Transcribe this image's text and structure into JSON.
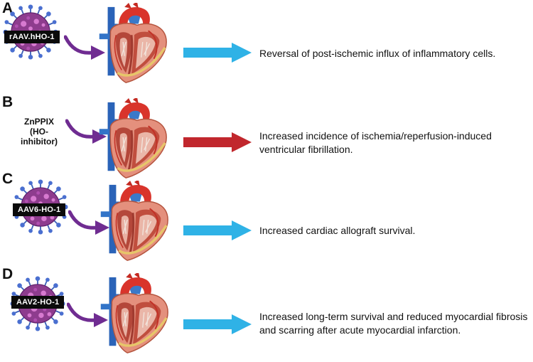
{
  "colors": {
    "protective_arrow": "#2fb2e6",
    "harmful_arrow": "#c1272d",
    "curved_arrow": "#6f2c91",
    "virus_shell": "#8e3c8e",
    "virus_spike": "#3a5fb8",
    "label_bg": "#0b0b0b"
  },
  "panels": [
    {
      "letter": "A",
      "agent_type": "virus",
      "agent_label": "rAAV.hHO-1",
      "effect": "protective",
      "outcome": "Reversal of post-ischemic influx of inflammatory cells."
    },
    {
      "letter": "B",
      "agent_type": "inhibitor",
      "agent_label": "ZnPPIX (HO-inhibitor)",
      "effect": "harmful",
      "outcome": "Increased incidence of ischemia/reperfusion-induced ventricular fibrillation."
    },
    {
      "letter": "C",
      "agent_type": "virus",
      "agent_label": "AAV6-HO-1",
      "effect": "protective",
      "outcome": "Increased cardiac allograft survival."
    },
    {
      "letter": "D",
      "agent_type": "virus",
      "agent_label": "AAV2-HO-1",
      "effect": "protective",
      "outcome": "Increased long-term survival and reduced myocardial fibrosis and scarring after acute myocardial infarction."
    }
  ]
}
